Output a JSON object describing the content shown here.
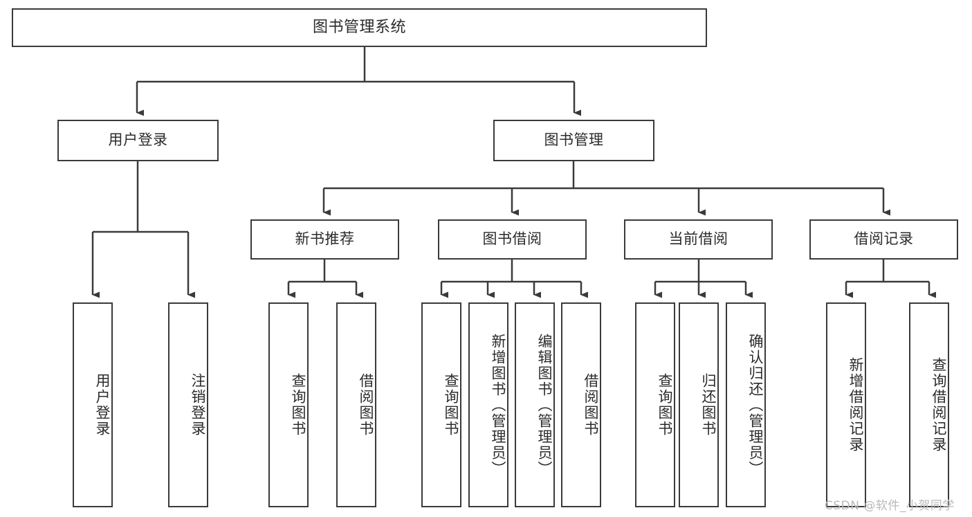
{
  "diagram": {
    "title": "图书管理系统",
    "type": "tree-hierarchy-chart",
    "watermark": "CSDN @软件_小贺同学",
    "stroke_color": "#3a3a3a",
    "fill_color": "#ffffff",
    "text_color": "#2b2b2b",
    "watermark_color": "#b9b9b9"
  },
  "nodes": {
    "root": {
      "label": "图书管理系统"
    },
    "level2": [
      {
        "label": "用户登录"
      },
      {
        "label": "图书管理"
      }
    ],
    "level3": [
      {
        "label": "新书推荐"
      },
      {
        "label": "图书借阅"
      },
      {
        "label": "当前借阅"
      },
      {
        "label": "借阅记录"
      }
    ],
    "leaves": {
      "user_login": [
        {
          "label": "用户登录"
        },
        {
          "label": "注销登录"
        }
      ],
      "new_book_recommend": [
        {
          "label": "查询图书"
        },
        {
          "label": "借阅图书"
        }
      ],
      "book_borrow": [
        {
          "label": "查询图书"
        },
        {
          "label": "新增图书（管理员）"
        },
        {
          "label": "编辑图书（管理员）"
        },
        {
          "label": "借阅图书"
        }
      ],
      "current_borrow": [
        {
          "label": "查询图书"
        },
        {
          "label": "归还图书"
        },
        {
          "label": "确认归还（管理员）"
        }
      ],
      "borrow_record": [
        {
          "label": "新增借阅记录"
        },
        {
          "label": "查询借阅记录"
        }
      ]
    }
  }
}
